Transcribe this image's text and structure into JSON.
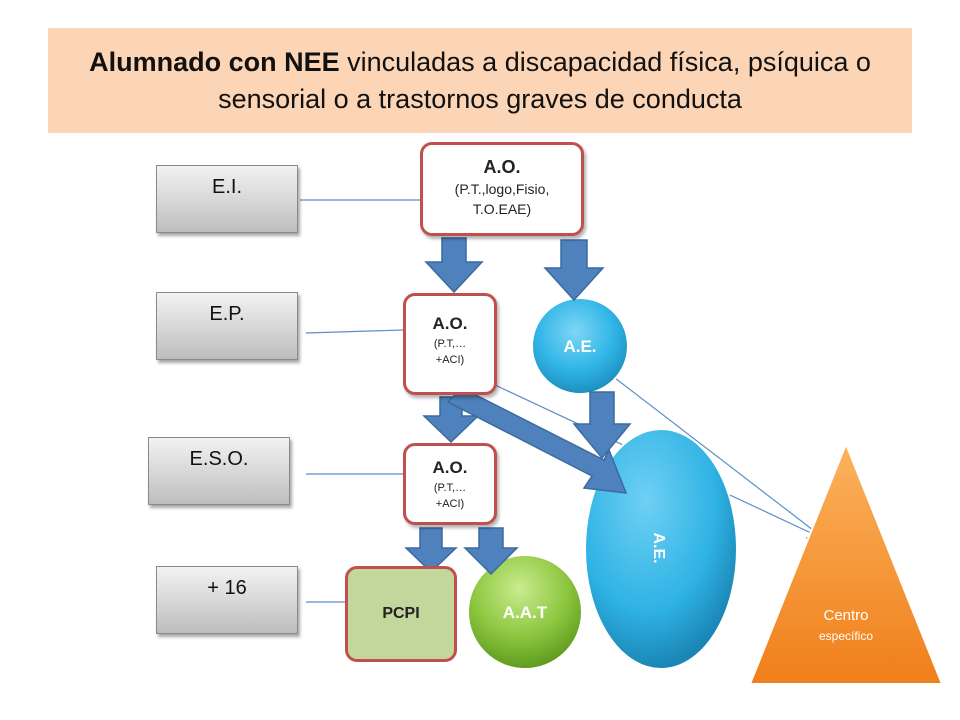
{
  "title": {
    "bold": "Alumnado con NEE",
    "rest": " vinculadas a discapacidad física, psíquica o sensorial o a trastornos graves de conducta"
  },
  "levels": [
    "E.I.",
    "E.P.",
    "E.S.O.",
    "+ 16"
  ],
  "ao_top": {
    "heading": "A.O.",
    "line1": "(P.T.,logo,Fisio,",
    "line2": "T.O.EAE)"
  },
  "ao_mid": {
    "heading": "A.O.",
    "line1": "(P.T,…",
    "line2": "+ACI)"
  },
  "ao_low": {
    "heading": "A.O.",
    "line1": "(P.T,…",
    "line2": "+ACI)"
  },
  "ae_circle": "A.E.",
  "ae_oval": "A.E.",
  "pcpi": "PCPI",
  "aat": "A.A.T",
  "centro": {
    "line1": "Centro",
    "line2": "específico"
  },
  "colors": {
    "title_bg": "#fbd5b5",
    "ao_border": "#c0504d",
    "arrow": "#4f81bd",
    "ae_blue": "#31b6e7",
    "aat_green": "#8cc63f",
    "pcpi_bg": "#c3d69b",
    "centro_orange": "#f79646"
  }
}
